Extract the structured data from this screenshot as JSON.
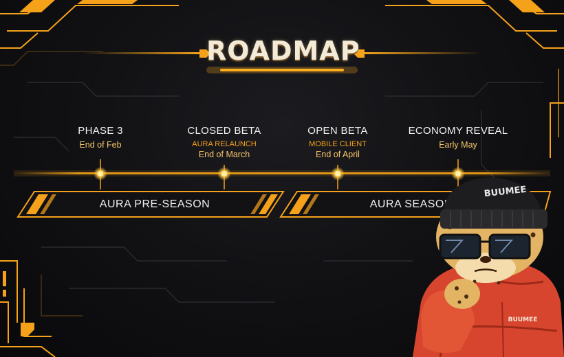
{
  "title": "ROADMAP",
  "milestones": [
    {
      "name": "PHASE 3",
      "sub": "",
      "date": "End of Feb"
    },
    {
      "name": "CLOSED BETA",
      "sub": "AURA RELAUNCH",
      "date": "End of March"
    },
    {
      "name": "OPEN BETA",
      "sub": "MOBILE CLIENT",
      "date": "End of April"
    },
    {
      "name": "ECONOMY REVEAL",
      "sub": "",
      "date": "Early May"
    }
  ],
  "seasons": [
    {
      "label": "AURA PRE-SEASON"
    },
    {
      "label": "AURA SEASON 1"
    }
  ],
  "mascot": {
    "beanie_text": "BUUMEE",
    "jacket_text": "BUUMEE"
  },
  "colors": {
    "accent": "#f5a21a",
    "glow": "#ffcf5a",
    "text": "#f2f2f2",
    "background": "#0f0f12",
    "jacket": "#d8452e"
  }
}
